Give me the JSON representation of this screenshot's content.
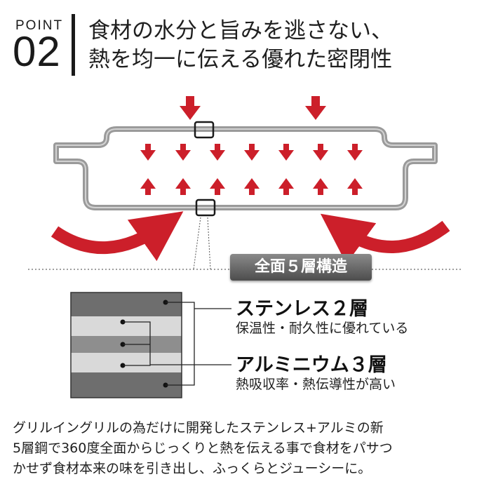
{
  "header": {
    "point_label": "POINT",
    "point_number": "02",
    "title_line1": "食材の水分と旨みを逃さない、",
    "title_line2": "熱を均一に伝える優れた密閉性"
  },
  "structure": {
    "badge": "全面５層構造",
    "stainless": {
      "title": "ステンレス２層",
      "description": "保温性・耐久性に優れている"
    },
    "aluminum": {
      "title": "アルミニウム３層",
      "description": "熱吸収率・熱伝導性が高い"
    }
  },
  "description": {
    "line1": "グリルイングリルの為だけに開発したステンレス+アルミの新",
    "line2": "5層鋼で360度全面からじっくりと熱を伝える事で食材をパサつ",
    "line3": "かせず食材本来の味を引き出し、ふっくらとジューシーに。"
  },
  "colors": {
    "arrow_red": "#cc1f2a",
    "pan_gray": "#8c8c8c",
    "text_dark": "#1a1a1a"
  }
}
